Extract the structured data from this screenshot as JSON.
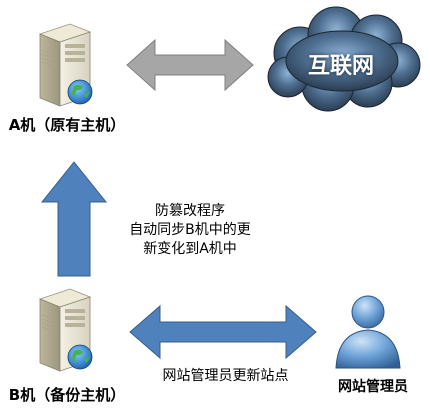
{
  "host_a": {
    "label": "A机（原有主机）"
  },
  "host_b": {
    "label": "B机（备份主机）"
  },
  "internet": {
    "label": "互联网"
  },
  "admin": {
    "label": "网站管理员"
  },
  "sync_note": {
    "lines": [
      "防篡改程序",
      "自动同步B机中的更",
      "新变化到A机中"
    ]
  },
  "admin_action": {
    "label": "网站管理员更新站点"
  },
  "colors": {
    "gray_arrow": "#a6a6a6",
    "blue_arrow": "#4f81bd",
    "cloud_dark": "#3b4a5a",
    "admin_blue": "#5b8fc7"
  }
}
